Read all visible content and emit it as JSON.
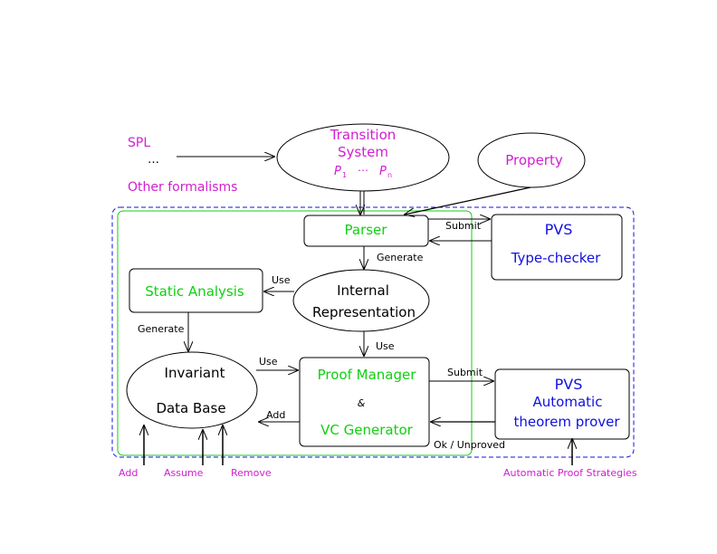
{
  "colors": {
    "magenta": "#d020d0",
    "green": "#10d010",
    "blue": "#1010e0",
    "black": "#000000"
  },
  "inputs": {
    "spl": "SPL",
    "dots": "…",
    "other": "Other formalisms"
  },
  "nodes": {
    "transition": {
      "line1": "Transition",
      "line2": "System",
      "p1": "P",
      "p1_sub": "1",
      "pdots": "⋯",
      "pn": "P",
      "pn_sub": "n"
    },
    "property": "Property",
    "parser": "Parser",
    "pvs_tc": {
      "line1": "PVS",
      "line2": "Type-checker"
    },
    "static": "Static Analysis",
    "internal": {
      "line1": "Internal",
      "line2": "Representation"
    },
    "invariant": {
      "line1": "Invariant",
      "line2": "Data Base"
    },
    "proof": {
      "line1": "Proof Manager",
      "amp": "&",
      "line2": "VC Generator"
    },
    "pvs_atp": {
      "line1": "PVS",
      "line2": "Automatic",
      "line3": "theorem prover"
    }
  },
  "edges": {
    "submit_parser": "Submit",
    "generate_parser": "Generate",
    "use_static": "Use",
    "generate_static": "Generate",
    "use_internal": "Use",
    "use_invariant": "Use",
    "add_invariant": "Add",
    "submit_proof": "Submit",
    "ok_unproved": "Ok / Unproved"
  },
  "bottom": {
    "add": "Add",
    "assume": "Assume",
    "remove": "Remove",
    "strategies": "Automatic Proof Strategies"
  }
}
